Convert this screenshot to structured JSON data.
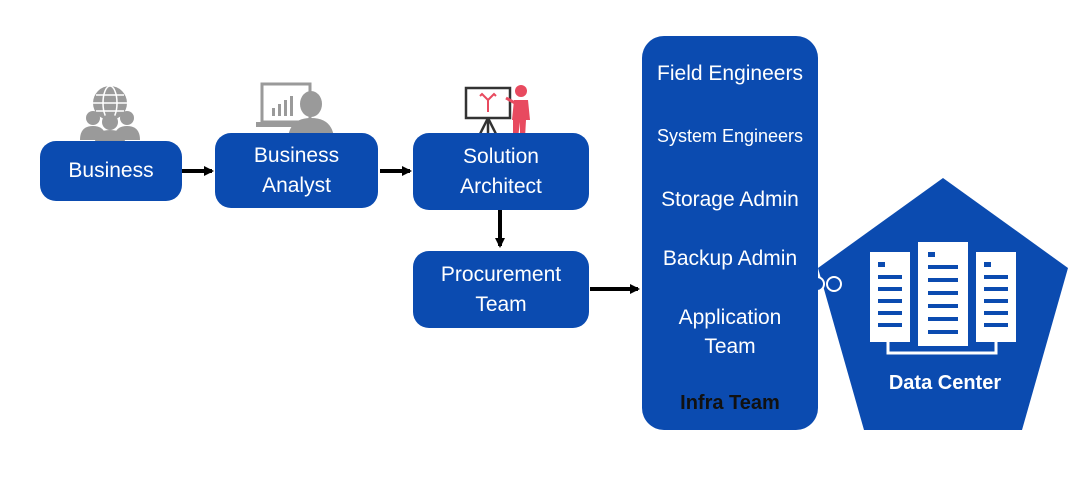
{
  "nodes": {
    "business": {
      "label": "Business"
    },
    "business_analyst": {
      "line1": "Business",
      "line2": "Analyst"
    },
    "solution_architect": {
      "line1": "Solution",
      "line2": "Architect"
    },
    "procurement_team": {
      "line1": "Procurement",
      "line2": "Team"
    }
  },
  "infra_team": {
    "caption": "Infra Team",
    "items": [
      {
        "label": "Field Engineers"
      },
      {
        "label": "System Engineers"
      },
      {
        "label": "Storage Admin"
      },
      {
        "label": "Backup Admin"
      },
      {
        "label_line1": "Application",
        "label_line2": "Team"
      }
    ]
  },
  "data_center": {
    "label": "Data Center"
  },
  "icons": {
    "business": "globe-people-icon",
    "business_analyst": "analyst-chart-icon",
    "solution_architect": "presenter-board-icon",
    "data_center": "server-rack-icon"
  },
  "colors": {
    "node_blue": "#0b4bb0",
    "icon_gray": "#9a9a9a",
    "presenter_red": "#e84a5f",
    "arrow": "#000000",
    "text_white": "#ffffff",
    "caption_dark": "#111111"
  }
}
